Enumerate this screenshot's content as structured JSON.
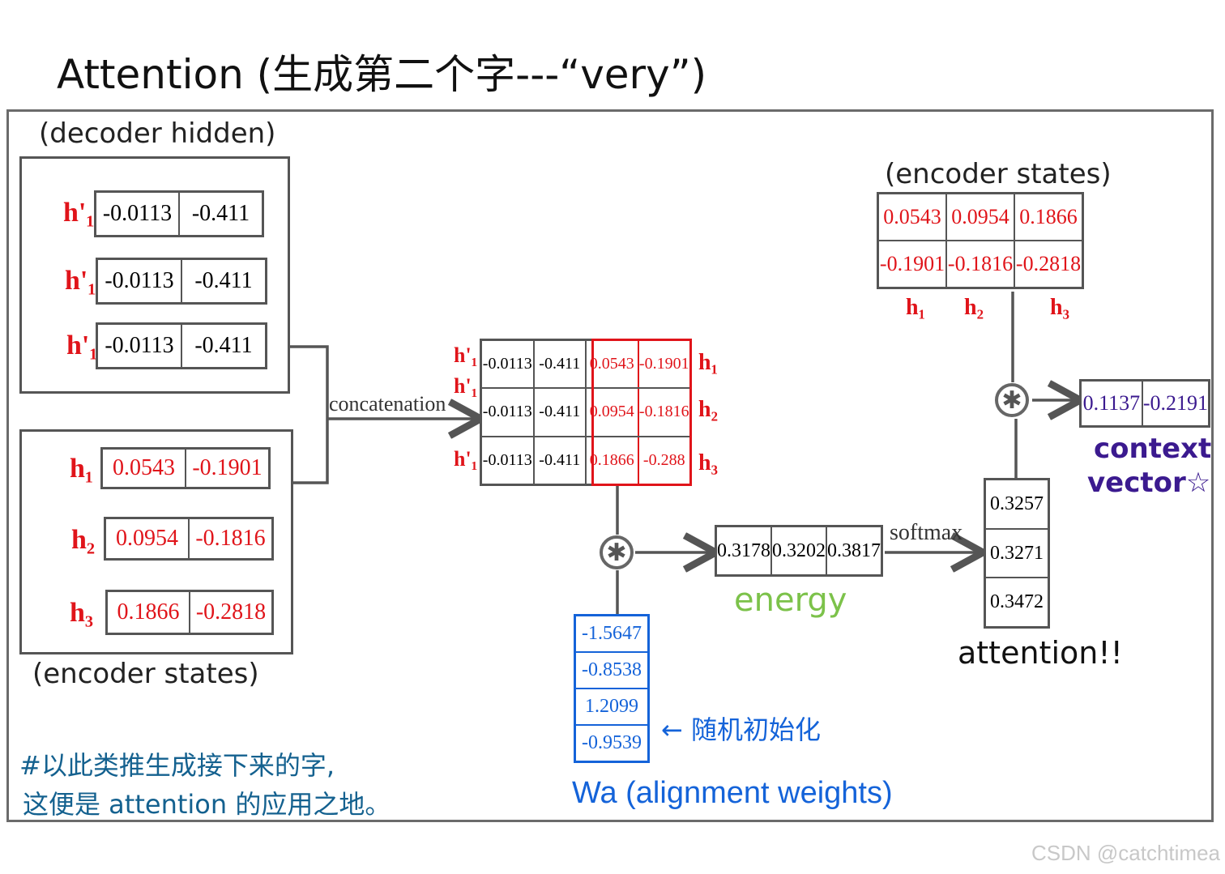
{
  "title": "Attention (生成第二个字---“very”)",
  "decoder_hidden": {
    "label": "(decoder hidden)",
    "rows": [
      {
        "tag": "h'₁",
        "values": [
          "-0.0113",
          "-0.411"
        ]
      },
      {
        "tag": "h'₁",
        "values": [
          "-0.0113",
          "-0.411"
        ]
      },
      {
        "tag": "h'₁",
        "values": [
          "-0.0113",
          "-0.411"
        ]
      }
    ]
  },
  "encoder_states_left": {
    "label": "(encoder states)",
    "rows": [
      {
        "tag": "h₁",
        "values": [
          "0.0543",
          "-0.1901"
        ]
      },
      {
        "tag": "h₂",
        "values": [
          "0.0954",
          "-0.1816"
        ]
      },
      {
        "tag": "h₃",
        "values": [
          "0.1866",
          "-0.2818"
        ]
      }
    ]
  },
  "concat": {
    "label": "concatenation",
    "left_tags": [
      "h'₁",
      "h'₁",
      "h'₁"
    ],
    "right_tags": [
      "h₁",
      "h₂",
      "h₃"
    ],
    "rows": [
      [
        "-0.0113",
        "-0.411",
        "0.0543",
        "-0.1901"
      ],
      [
        "-0.0113",
        "-0.411",
        "0.0954",
        "-0.1816"
      ],
      [
        "-0.0113",
        "-0.411",
        "0.1866",
        "-0.288"
      ]
    ]
  },
  "weights": {
    "values": [
      "-1.5647",
      "-0.8538",
      "1.2099",
      "-0.9539"
    ],
    "note": "← 随机初始化",
    "label": "Wa (alignment weights)"
  },
  "operators": {
    "multiply": "✱"
  },
  "energy": {
    "values": [
      "0.3178",
      "0.3202",
      "0.3817"
    ],
    "label": "energy"
  },
  "softmax_label": "softmax",
  "attention": {
    "values": [
      "0.3257",
      "0.3271",
      "0.3472"
    ],
    "label": "attention!!"
  },
  "encoder_states_top": {
    "label": "(encoder states)",
    "rows": [
      [
        "0.0543",
        "0.0954",
        "0.1866"
      ],
      [
        "-0.1901",
        "-0.1816",
        "-0.2818"
      ]
    ],
    "tags": [
      "h₁",
      "h₂",
      "h₃"
    ]
  },
  "context": {
    "values": [
      "0.1137",
      "-0.2191"
    ],
    "label_line1": "context",
    "label_line2": "vector☆"
  },
  "footnote": {
    "line1": "#以此类推生成接下来的字,",
    "line2": "这便是 attention 的应用之地。"
  },
  "watermark": "CSDN @catchtimea",
  "colors": {
    "red": "#e0141a",
    "blue": "#1463d9",
    "green": "#7cc24a",
    "navy": "#3b1a8f",
    "line": "#555555"
  }
}
